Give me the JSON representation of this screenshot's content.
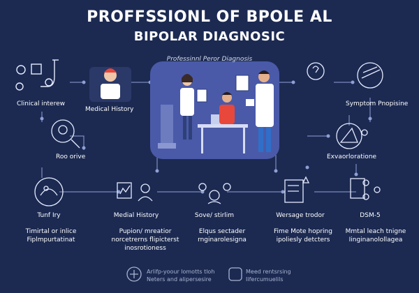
{
  "header": {
    "title_line1": "PROFFSSIONL OF BPOLE AL",
    "title_line2": "BIPOLAR DIAGNOSIC",
    "subtitle": "Professinnl Peror Diagnosis"
  },
  "nodes": {
    "clinical_interview": "Clinical interew",
    "medical_history_top": "Medical History",
    "symptom": "Symptom Pnopisine",
    "roo": "Roo orive",
    "exploration": "Exvaorloratione"
  },
  "steps": [
    {
      "label": "Tunf Iry",
      "desc": "Timirtal or inlice\nFiplmpurtatinat"
    },
    {
      "label": "Medial History",
      "desc": "Pupion/ mreatior\nnorcetrerns flipicterst\ninosrotioness"
    },
    {
      "label": "Sove/ stirlim",
      "desc": "Elqus sectader\nrnginarolesigna"
    },
    {
      "label": "Wersage trodor",
      "desc": "Fime Mote hopring\nipoliesly detcters"
    },
    {
      "label": "DSM-5",
      "desc": "Mmtal leach tnigne\nIinginanolollagea"
    }
  ],
  "footer": {
    "left": "Arlifp-yoour lomotts tloh\nNeters and alipersesire",
    "right": "Meed rentsrsing\nIifercumuelils"
  },
  "colors": {
    "background": "#1c2a52",
    "panel": "#4a5aa8",
    "line": "#8fa0d6"
  }
}
